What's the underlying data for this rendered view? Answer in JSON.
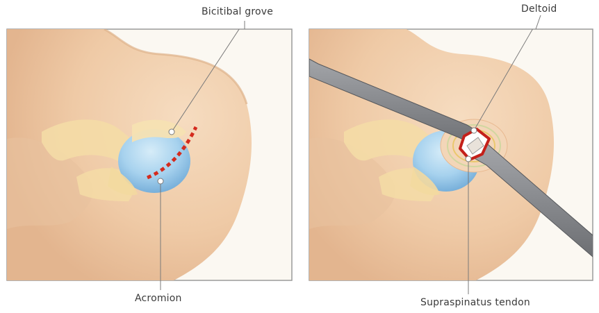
{
  "figure": {
    "panels": [
      {
        "id": "left",
        "labels": {
          "top": "Bicitibal grove",
          "bottom": "Acromion"
        }
      },
      {
        "id": "right",
        "labels": {
          "top": "Deltoid",
          "bottom": "Supraspinatus tendon"
        }
      }
    ]
  },
  "colors": {
    "frame_border": "#9a9a9a",
    "background": "#fbf8f2",
    "skin": "#f2d3b3",
    "skin_shadow": "#e6bf9c",
    "bone": "#f5dfaa",
    "humeral_head": "#9fcdea",
    "incision": "#d42b1e",
    "retractor": "#8a8c90",
    "leader_line": "#7a7a7a"
  }
}
